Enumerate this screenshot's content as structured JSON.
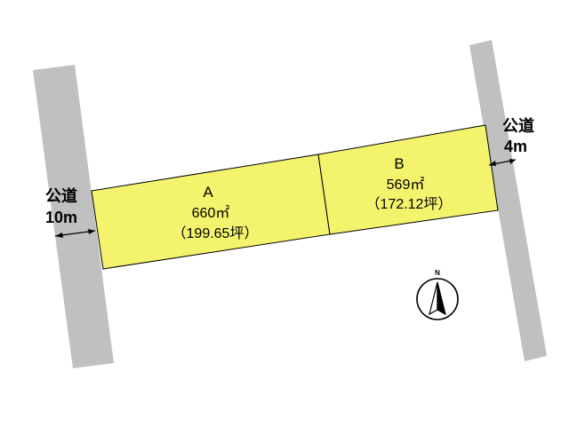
{
  "colors": {
    "road": "#c0c0c0",
    "lot_fill": "#f3f36e",
    "line": "#000000",
    "background": "#ffffff"
  },
  "roads": {
    "west": {
      "name": "公道",
      "width": "10m"
    },
    "east": {
      "name": "公道",
      "width": "4m"
    }
  },
  "lots": [
    {
      "id": "A",
      "area": "660㎡",
      "tsubo": "（199.65坪）"
    },
    {
      "id": "B",
      "area": "569㎡",
      "tsubo": "（172.12坪）"
    }
  ],
  "compass": {
    "label": "N",
    "icon": "north-arrow-icon"
  }
}
